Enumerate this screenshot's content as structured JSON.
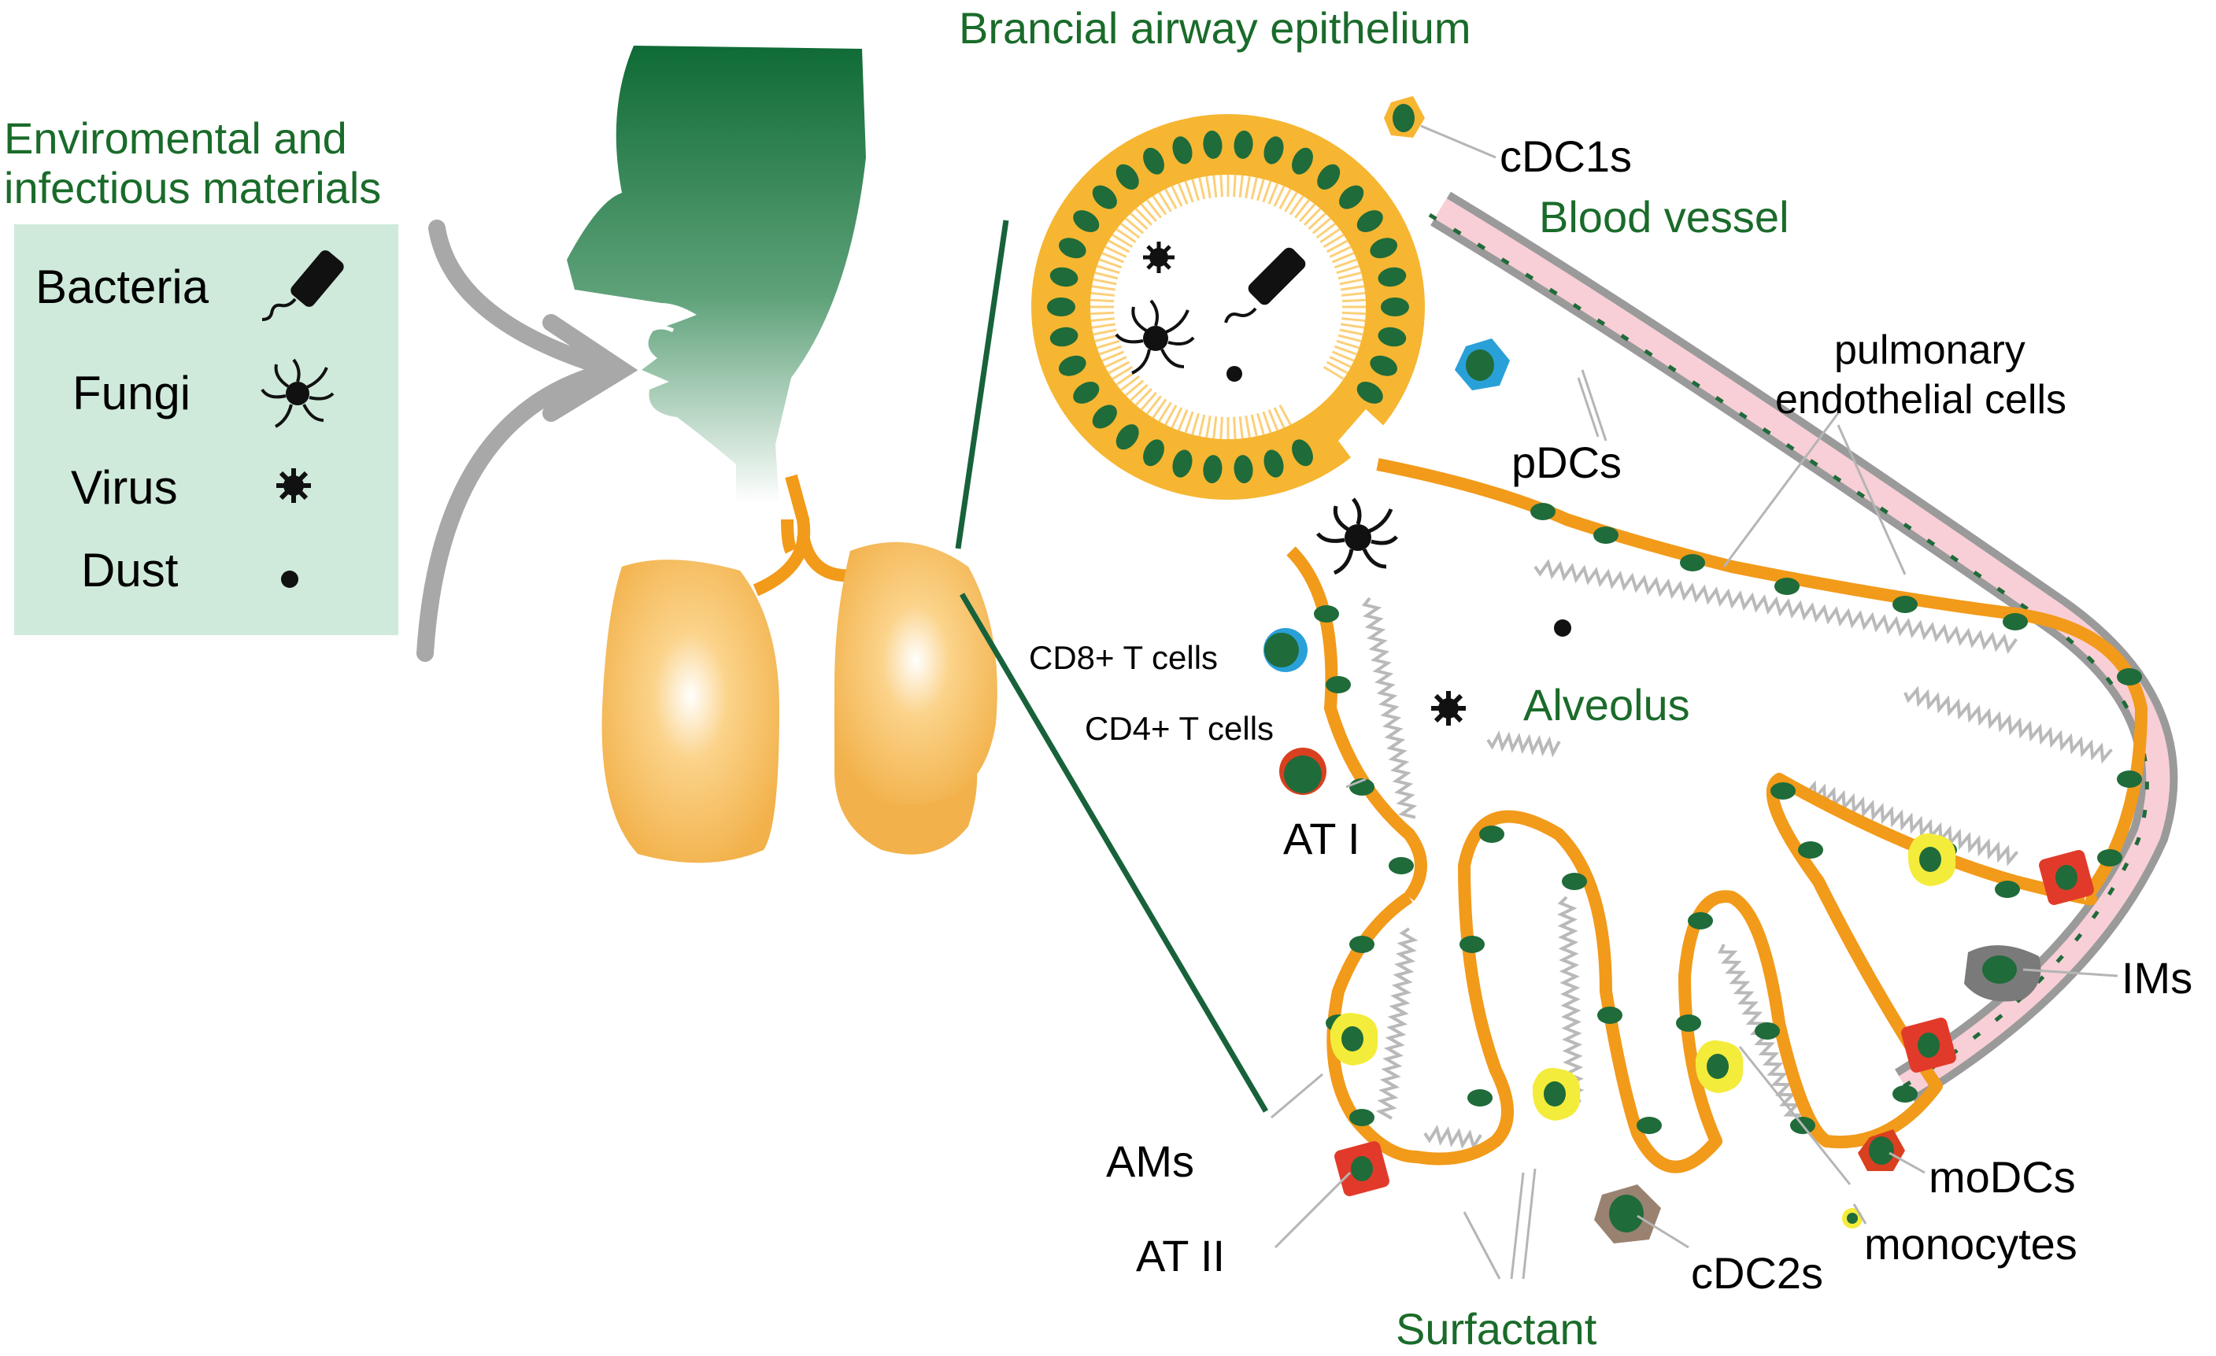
{
  "colors": {
    "green_text": "#1a6b2a",
    "cell_orange": "#f29a1a",
    "nucleus_green": "#1f6b3a",
    "panel_bg": "#cfeadb",
    "epithelium_yellow": "#f6b632",
    "vessel_pink": "#f8cfd6",
    "surfactant_gray": "#b9b9b9",
    "macrophage_yellow": "#f4ec3a",
    "at2_red": "#e23a2a",
    "t_cell_blue_ring": "#2aa0d8",
    "t_cell_red_ring": "#d8401f",
    "cdc2_brown": "#9a8270"
  },
  "left_panel": {
    "header_line1": "Enviromental and",
    "header_line2": "infectious materials",
    "items": [
      {
        "label": "Bacteria",
        "icon": "bacteria-icon"
      },
      {
        "label": "Fungi",
        "icon": "fungi-icon"
      },
      {
        "label": "Virus",
        "icon": "virus-icon"
      },
      {
        "label": "Dust",
        "icon": "dust-icon"
      }
    ]
  },
  "labels": {
    "bronchial": "Brancial airway epithelium",
    "cdc1s": "cDC1s",
    "blood_vessel": "Blood vessel",
    "pulmonary_line1": "pulmonary",
    "pulmonary_line2": "endothelial cells",
    "pdcs": "pDCs",
    "cd8": "CD8+ T cells",
    "cd4": "CD4+ T cells",
    "alveolus": "Alveolus",
    "at1": "AT I",
    "ims": "IMs",
    "ams": "AMs",
    "modcs": "moDCs",
    "at2": "AT II",
    "monocytes": "monocytes",
    "cdc2s": "cDC2s",
    "surfactant": "Surfactant"
  }
}
